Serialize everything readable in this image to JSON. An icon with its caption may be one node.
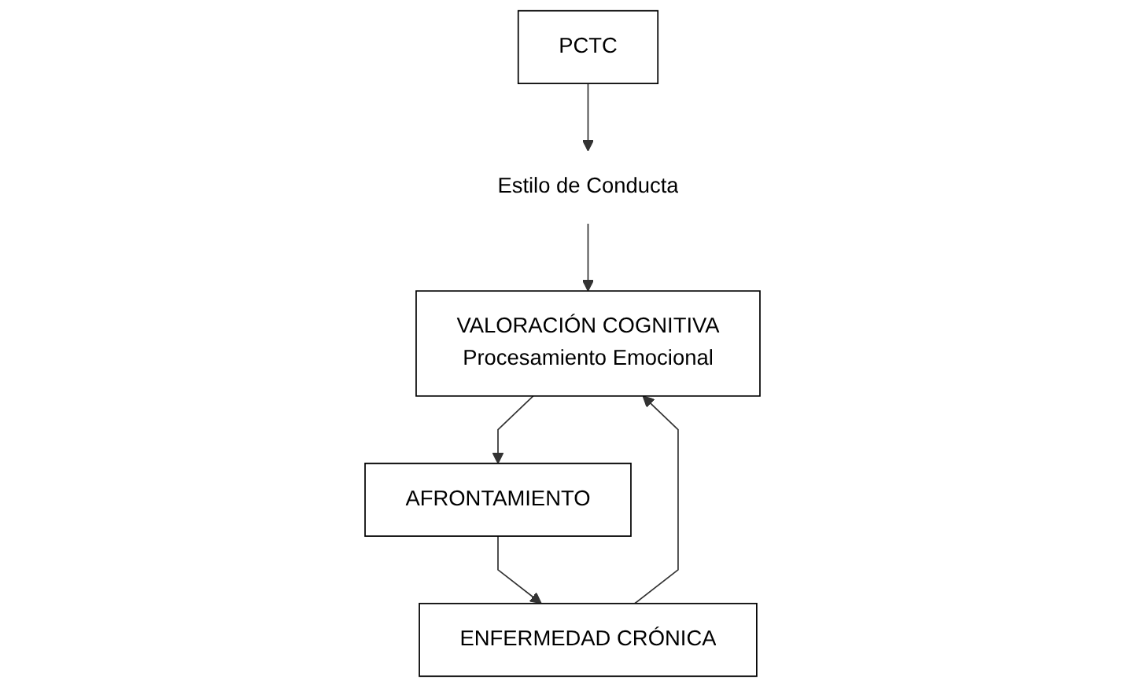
{
  "diagram": {
    "nodes": [
      {
        "text": [
          "PCTC"
        ]
      },
      {
        "text": [
          "Estilo de Conducta"
        ]
      },
      {
        "text": [
          "ENFERMEDAD CRÓNICA"
        ]
      },
      {
        "text": [
          "VALORACIÓN COGNITIVA",
          "Procesamiento Emocional"
        ]
      },
      {
        "text": [
          "AFRONTAMIENTO"
        ]
      }
    ],
    "edges": [
      {
        "from": 0,
        "to": 1,
        "arrow": "to"
      },
      {
        "from": 1,
        "to": 3,
        "arrow": "to"
      },
      {
        "from": 2,
        "to": 3,
        "arrow": "to"
      },
      {
        "from": 3,
        "to": 4,
        "arrow": "to"
      },
      {
        "from": 4,
        "to": 2,
        "arrow": "to"
      }
    ]
  }
}
